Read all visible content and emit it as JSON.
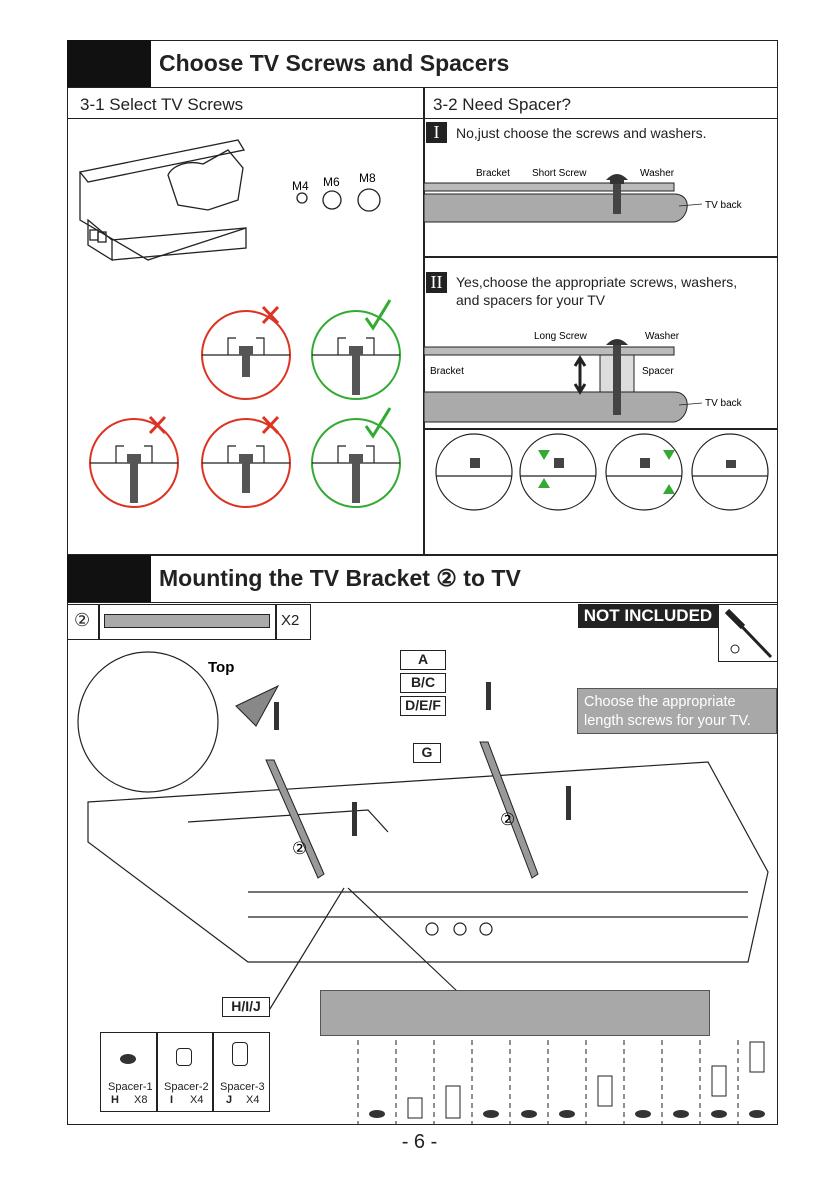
{
  "section1": {
    "title": "Choose TV Screws and Spacers"
  },
  "col_left": {
    "title": "3-1 Select TV Screws",
    "sizes": [
      "M4",
      "M6",
      "M8"
    ]
  },
  "col_right": {
    "title": "3-2 Need Spacer?",
    "opt1": {
      "marker": "I",
      "text": "No,just choose the screws and washers.",
      "labels": {
        "bracket": "Bracket",
        "short_screw": "Short Screw",
        "washer": "Washer",
        "tv_back": "TV back"
      }
    },
    "opt2": {
      "marker": "II",
      "text_l1": "Yes,choose the appropriate screws, washers,",
      "text_l2": "and spacers for your TV",
      "labels": {
        "long_screw": "Long Screw",
        "washer": "Washer",
        "bracket": "Bracket",
        "spacer": "Spacer",
        "tv_back": "TV back"
      }
    }
  },
  "section2": {
    "title": "Mounting the TV Bracket ② to TV"
  },
  "parts": {
    "bracket_num": "②",
    "bracket_qty": "X2",
    "not_included": "NOT INCLUDED"
  },
  "diagram": {
    "top_label": "Top",
    "screw_boxes": [
      "A",
      "B/C",
      "D/E/F"
    ],
    "washer_box": "G",
    "spacer_box": "H/I/J",
    "callout_l1": "Choose the appropriate",
    "callout_l2": "length screws for your TV.",
    "bracket_marks": [
      "②",
      "②"
    ]
  },
  "spacers": [
    {
      "name": "Spacer-1",
      "code": "H",
      "qty": "X8"
    },
    {
      "name": "Spacer-2",
      "code": "I",
      "qty": "X4"
    },
    {
      "name": "Spacer-3",
      "code": "J",
      "qty": "X4"
    }
  ],
  "page_number": "- 6 -"
}
